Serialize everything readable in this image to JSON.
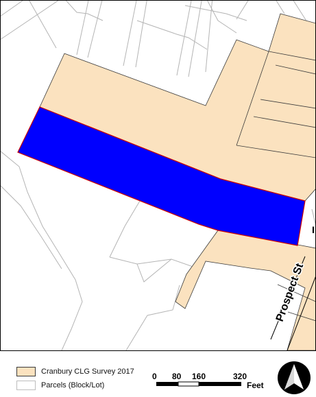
{
  "map": {
    "street_label": "Prospect St",
    "street_fragment": "I"
  },
  "legend": {
    "items": [
      {
        "label": "Cranbury CLG Survey 2017",
        "swatch": "survey"
      },
      {
        "label": "Parcels (Block/Lot)",
        "swatch": "parcels"
      }
    ]
  },
  "scale_bar": {
    "ticks": [
      "0",
      "80",
      "160",
      "320"
    ],
    "unit": "Feet"
  },
  "north_arrow": {
    "icon": "north-arrow-icon"
  },
  "colors": {
    "survey_fill": "#fbe2bf",
    "selected_parcel_fill": "#0000ff",
    "selected_parcel_outline": "#cc0000",
    "parcel_line": "#b4b4b4",
    "street_line": "#000000",
    "frame": "#000000"
  }
}
